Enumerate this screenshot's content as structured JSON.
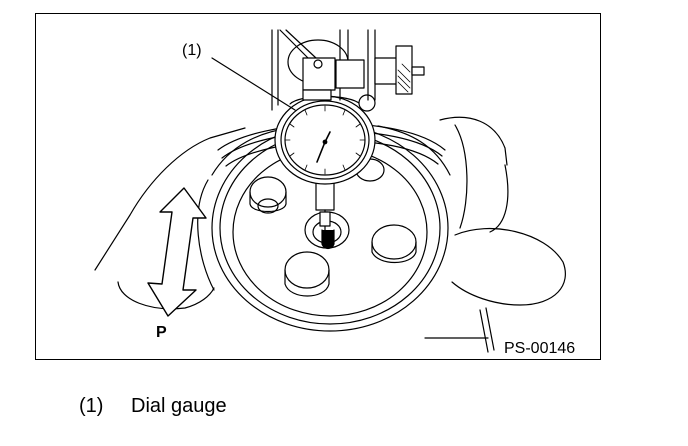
{
  "figure": {
    "callout_ref": "(1)",
    "direction_label": "P",
    "figure_code": "PS-00146"
  },
  "legend": {
    "number": "(1)",
    "text": "Dial gauge"
  },
  "colors": {
    "line": "#000000",
    "background": "#ffffff"
  },
  "icons": {
    "direction_arrow": "double-headed-arrow-icon"
  }
}
